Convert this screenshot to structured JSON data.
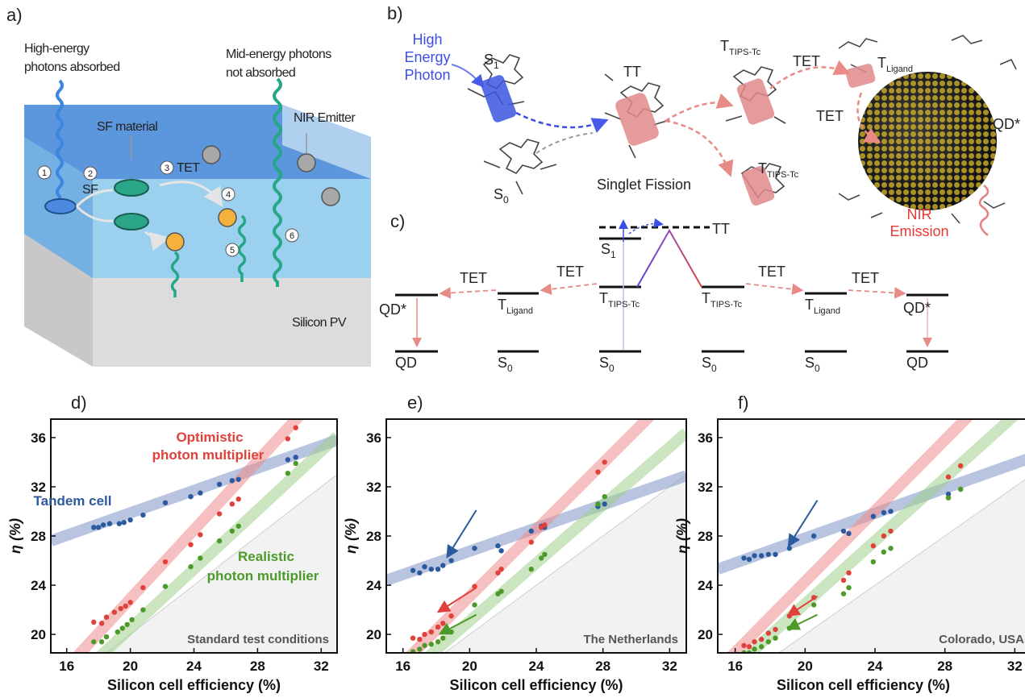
{
  "panels": {
    "a": "a)",
    "b": "b)",
    "c": "c)",
    "d": "d)",
    "e": "e)",
    "f": "f)"
  },
  "panel_a": {
    "high_energy": [
      "High-energy",
      "photons absorbed"
    ],
    "mid_energy": [
      "Mid-energy photons",
      "not absorbed"
    ],
    "sf_material": "SF material",
    "nir_emitter": "NIR Emitter",
    "sf": "SF",
    "tet": "TET",
    "silicon_pv": "Silicon PV",
    "steps": [
      "1",
      "2",
      "3",
      "4",
      "5",
      "6"
    ]
  },
  "panel_b": {
    "high_energy_photon": [
      "High",
      "Energy",
      "Photon"
    ],
    "s1": "S",
    "s1_sub": "1",
    "s0": "S",
    "s0_sub": "0",
    "tt": "TT",
    "t_tips": "T",
    "t_tips_sub": "TIPS-Tc",
    "t_tips2": "T",
    "t_tips2_sub": "TIPS-Tc",
    "tet_top": "TET",
    "tet_left": "TET",
    "t_ligand": "T",
    "t_ligand_sub": "Ligand",
    "qd_star": "QD*",
    "singlet_fission": "Singlet Fission",
    "nir_emission": [
      "NIR",
      "Emission"
    ]
  },
  "panel_c": {
    "tt": "TT",
    "s1": "S",
    "s1_sub": "1",
    "tet": "TET",
    "qd_star": "QD*",
    "qd": "QD",
    "s0": "S",
    "s0_sub": "0",
    "t_ligand": "T",
    "t_ligand_sub": "Ligand",
    "t_tips": "T",
    "t_tips_sub": "TIPS-Tc"
  },
  "chart_data": [
    {
      "type": "scatter",
      "panel": "d",
      "xlabel": "Silicon cell efficiency (%)",
      "ylabel": "η (%)",
      "xlim": [
        15,
        33
      ],
      "ylim": [
        18.5,
        37.5
      ],
      "xticks": [
        16,
        20,
        24,
        28,
        32
      ],
      "yticks": [
        20,
        24,
        28,
        32,
        36
      ],
      "annotation": "Standard test conditions",
      "labels": [
        {
          "text": "Optimistic",
          "color": "#e0413a"
        },
        {
          "text": "photon multiplier",
          "color": "#e0413a"
        },
        {
          "text": "Tandem cell",
          "color": "#2b5a9e"
        },
        {
          "text": "Realistic",
          "color": "#4c9a2a"
        },
        {
          "text": "photon multiplier",
          "color": "#4c9a2a"
        }
      ],
      "bands": [
        {
          "color": "#7f93c6",
          "x": [
            15,
            33
          ],
          "y": [
            27.6,
            35.8
          ]
        },
        {
          "color": "#f08d8d",
          "x": [
            15,
            33
          ],
          "y": [
            15.9,
            41.1
          ]
        },
        {
          "color": "#9fd08a",
          "x": [
            15,
            33
          ],
          "y": [
            14.5,
            36.1
          ]
        }
      ],
      "series": [
        {
          "color": "#2b5a9e",
          "points": [
            [
              17.7,
              28.7
            ],
            [
              18.0,
              28.7
            ],
            [
              18.3,
              28.9
            ],
            [
              18.7,
              29.0
            ],
            [
              19.3,
              29.0
            ],
            [
              19.6,
              29.1
            ],
            [
              20.0,
              29.3
            ],
            [
              20.8,
              29.7
            ],
            [
              22.2,
              30.7
            ],
            [
              23.8,
              31.2
            ],
            [
              24.4,
              31.5
            ],
            [
              25.6,
              32.2
            ],
            [
              26.4,
              32.5
            ],
            [
              26.8,
              32.6
            ],
            [
              29.9,
              34.2
            ],
            [
              30.4,
              34.4
            ]
          ]
        },
        {
          "color": "#e0413a",
          "points": [
            [
              17.7,
              21.0
            ],
            [
              18.2,
              20.9
            ],
            [
              18.5,
              21.4
            ],
            [
              19.0,
              21.8
            ],
            [
              19.4,
              22.1
            ],
            [
              19.7,
              22.3
            ],
            [
              20.0,
              22.6
            ],
            [
              20.8,
              23.8
            ],
            [
              22.2,
              25.9
            ],
            [
              23.8,
              27.3
            ],
            [
              24.4,
              28.1
            ],
            [
              25.6,
              29.8
            ],
            [
              26.4,
              30.6
            ],
            [
              26.8,
              31.0
            ],
            [
              29.9,
              35.9
            ],
            [
              30.4,
              36.8
            ]
          ]
        },
        {
          "color": "#4c9a2a",
          "points": [
            [
              17.7,
              19.4
            ],
            [
              18.2,
              19.4
            ],
            [
              18.5,
              19.8
            ],
            [
              19.2,
              20.2
            ],
            [
              19.5,
              20.5
            ],
            [
              19.8,
              20.8
            ],
            [
              20.1,
              21.2
            ],
            [
              20.8,
              22.0
            ],
            [
              22.2,
              23.9
            ],
            [
              23.8,
              25.5
            ],
            [
              24.4,
              26.2
            ],
            [
              25.6,
              27.6
            ],
            [
              26.4,
              28.4
            ],
            [
              26.8,
              28.8
            ],
            [
              29.9,
              33.1
            ],
            [
              30.4,
              33.9
            ]
          ]
        }
      ],
      "arrows": []
    },
    {
      "type": "scatter",
      "panel": "e",
      "xlabel": "Silicon cell efficiency (%)",
      "ylabel": "η (%)",
      "xlim": [
        15,
        33
      ],
      "ylim": [
        18.5,
        37.5
      ],
      "xticks": [
        16,
        20,
        24,
        28,
        32
      ],
      "yticks": [
        20,
        24,
        28,
        32,
        36
      ],
      "annotation": "The Netherlands",
      "labels": [],
      "bands": [
        {
          "color": "#7f93c6",
          "x": [
            15,
            33
          ],
          "y": [
            24.4,
            32.9
          ]
        },
        {
          "color": "#f08d8d",
          "x": [
            15,
            33
          ],
          "y": [
            16.3,
            40.7
          ]
        },
        {
          "color": "#9fd08a",
          "x": [
            15,
            33
          ],
          "y": [
            15.2,
            36.4
          ]
        }
      ],
      "series": [
        {
          "color": "#2b5a9e",
          "points": [
            [
              16.6,
              25.2
            ],
            [
              17.0,
              25.0
            ],
            [
              17.3,
              25.5
            ],
            [
              17.7,
              25.3
            ],
            [
              18.1,
              25.3
            ],
            [
              18.4,
              25.6
            ],
            [
              18.9,
              26.0
            ],
            [
              20.3,
              27.0
            ],
            [
              21.7,
              27.2
            ],
            [
              21.9,
              26.8
            ],
            [
              23.7,
              28.4
            ],
            [
              24.3,
              28.8
            ],
            [
              24.5,
              28.7
            ],
            [
              27.7,
              30.4
            ],
            [
              28.1,
              30.6
            ]
          ]
        },
        {
          "color": "#e0413a",
          "points": [
            [
              16.6,
              19.7
            ],
            [
              17.0,
              19.6
            ],
            [
              17.3,
              20.0
            ],
            [
              17.7,
              20.2
            ],
            [
              18.1,
              20.6
            ],
            [
              18.4,
              20.9
            ],
            [
              18.9,
              21.5
            ],
            [
              20.3,
              23.9
            ],
            [
              21.7,
              25.0
            ],
            [
              21.9,
              25.3
            ],
            [
              23.7,
              27.5
            ],
            [
              24.3,
              28.7
            ],
            [
              24.5,
              28.9
            ],
            [
              27.7,
              33.2
            ],
            [
              28.1,
              34.0
            ]
          ]
        },
        {
          "color": "#4c9a2a",
          "points": [
            [
              16.6,
              18.6
            ],
            [
              17.0,
              18.8
            ],
            [
              17.3,
              19.1
            ],
            [
              17.7,
              19.2
            ],
            [
              18.1,
              19.4
            ],
            [
              18.4,
              19.7
            ],
            [
              18.9,
              20.2
            ],
            [
              20.3,
              22.4
            ],
            [
              21.7,
              23.3
            ],
            [
              21.9,
              23.5
            ],
            [
              23.7,
              25.3
            ],
            [
              24.3,
              26.2
            ],
            [
              24.5,
              26.5
            ],
            [
              27.7,
              30.6
            ],
            [
              28.1,
              31.2
            ]
          ]
        }
      ],
      "arrows": [
        {
          "color": "#2b5a9e",
          "from": [
            20.4,
            30.1
          ],
          "to": [
            18.7,
            26.4
          ]
        },
        {
          "color": "#e0413a",
          "from": [
            20.4,
            23.8
          ],
          "to": [
            18.2,
            21.9
          ]
        },
        {
          "color": "#4c9a2a",
          "from": [
            20.4,
            21.6
          ],
          "to": [
            18.3,
            20.1
          ]
        }
      ]
    },
    {
      "type": "scatter",
      "panel": "f",
      "xlabel": "Silicon cell efficiency (%)",
      "ylabel": "η (%)",
      "xlim": [
        15,
        33
      ],
      "ylim": [
        18.5,
        37.5
      ],
      "xticks": [
        16,
        20,
        24,
        28,
        32
      ],
      "yticks": [
        20,
        24,
        28,
        32,
        36
      ],
      "annotation": "Colorado, USA",
      "labels": [],
      "bands": [
        {
          "color": "#7f93c6",
          "x": [
            15,
            33
          ],
          "y": [
            25.3,
            34.4
          ]
        },
        {
          "color": "#f08d8d",
          "x": [
            15,
            33
          ],
          "y": [
            17.1,
            43.0
          ]
        },
        {
          "color": "#9fd08a",
          "x": [
            15,
            33
          ],
          "y": [
            16.1,
            39.1
          ]
        }
      ],
      "series": [
        {
          "color": "#2b5a9e",
          "points": [
            [
              16.5,
              26.2
            ],
            [
              16.8,
              26.1
            ],
            [
              17.1,
              26.4
            ],
            [
              17.5,
              26.4
            ],
            [
              17.9,
              26.5
            ],
            [
              18.3,
              26.5
            ],
            [
              19.1,
              27.0
            ],
            [
              20.5,
              28.0
            ],
            [
              22.2,
              28.4
            ],
            [
              22.5,
              28.2
            ],
            [
              23.9,
              29.6
            ],
            [
              24.5,
              29.9
            ],
            [
              24.9,
              30.0
            ],
            [
              28.2,
              31.4
            ],
            [
              28.9,
              31.8
            ]
          ]
        },
        {
          "color": "#e0413a",
          "points": [
            [
              16.5,
              19.1
            ],
            [
              16.8,
              19.0
            ],
            [
              17.1,
              19.4
            ],
            [
              17.5,
              19.6
            ],
            [
              17.9,
              20.1
            ],
            [
              18.3,
              20.4
            ],
            [
              19.1,
              21.5
            ],
            [
              20.5,
              23.0
            ],
            [
              22.2,
              24.4
            ],
            [
              22.5,
              25.0
            ],
            [
              23.9,
              27.2
            ],
            [
              24.5,
              28.0
            ],
            [
              24.9,
              28.4
            ],
            [
              28.2,
              32.8
            ],
            [
              28.9,
              33.7
            ]
          ]
        },
        {
          "color": "#4c9a2a",
          "points": [
            [
              16.5,
              18.5
            ],
            [
              16.8,
              18.5
            ],
            [
              17.1,
              18.8
            ],
            [
              17.5,
              19.0
            ],
            [
              17.9,
              19.4
            ],
            [
              18.3,
              19.7
            ],
            [
              19.1,
              20.5
            ],
            [
              20.5,
              22.4
            ],
            [
              22.2,
              23.3
            ],
            [
              22.5,
              23.8
            ],
            [
              23.9,
              25.9
            ],
            [
              24.5,
              26.7
            ],
            [
              24.9,
              27.0
            ],
            [
              28.2,
              31.1
            ],
            [
              28.9,
              31.8
            ]
          ]
        }
      ],
      "arrows": [
        {
          "color": "#2b5a9e",
          "from": [
            20.7,
            30.9
          ],
          "to": [
            19.1,
            27.3
          ]
        },
        {
          "color": "#e0413a",
          "from": [
            20.7,
            23.1
          ],
          "to": [
            19.1,
            21.6
          ]
        },
        {
          "color": "#4c9a2a",
          "from": [
            20.7,
            21.6
          ],
          "to": [
            19.1,
            20.5
          ]
        }
      ]
    }
  ]
}
